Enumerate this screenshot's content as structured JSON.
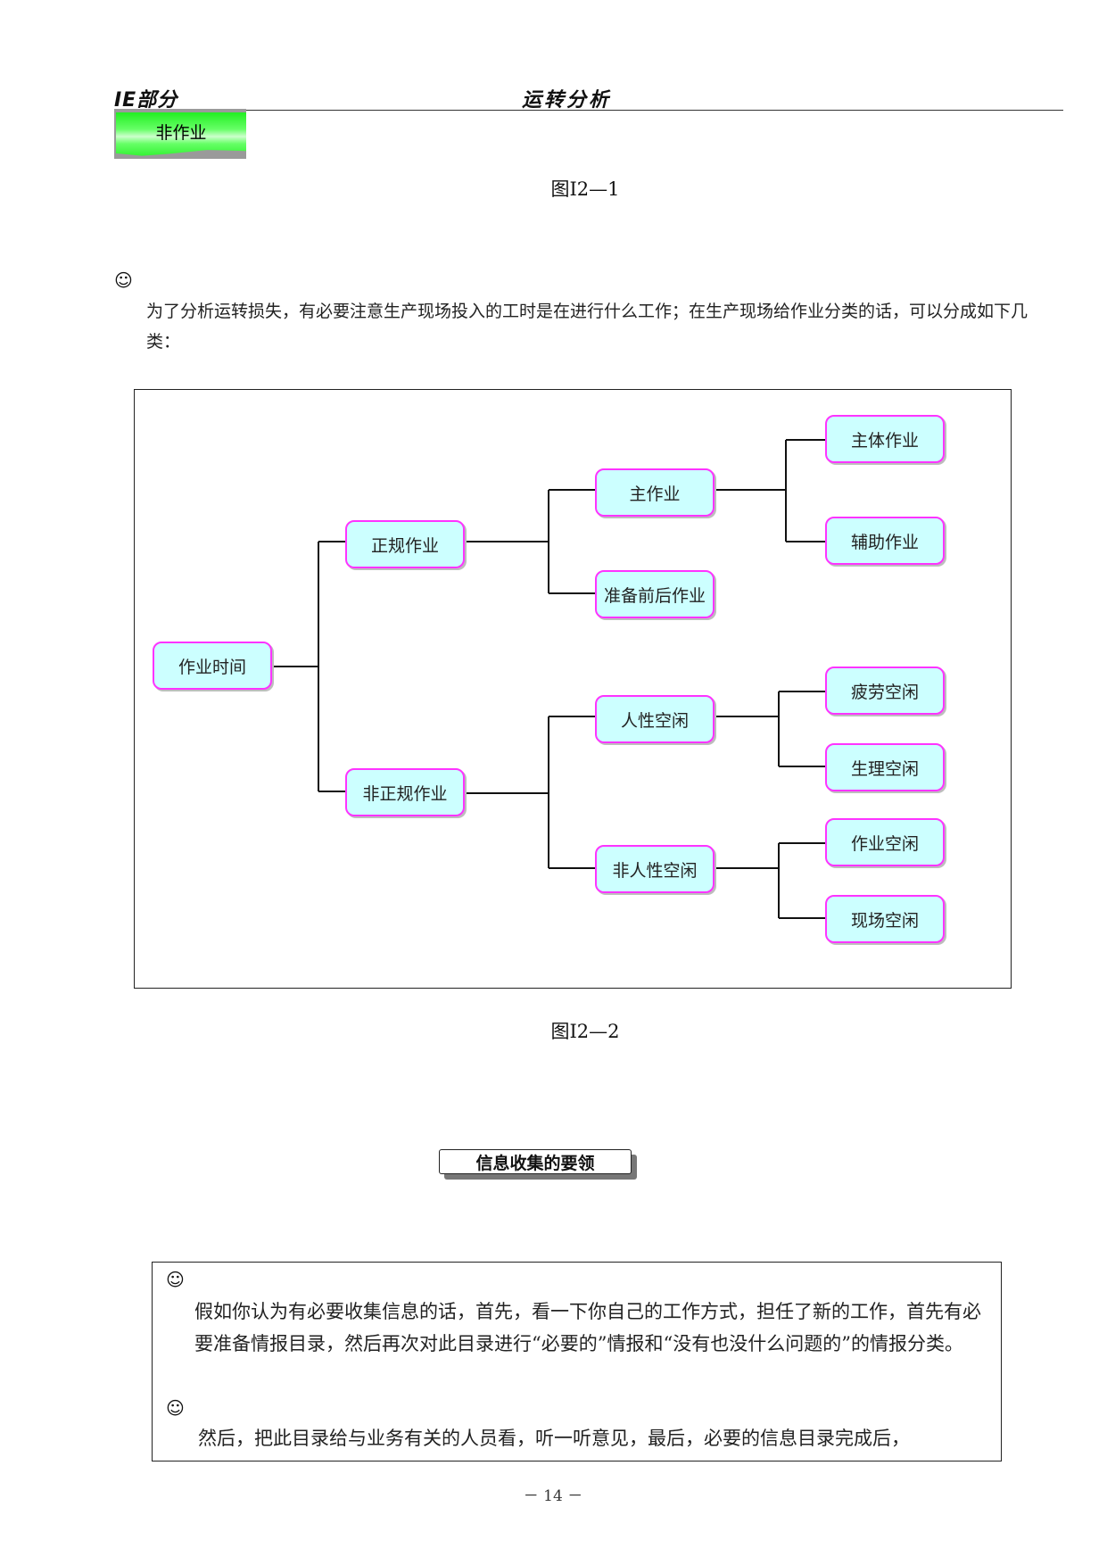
{
  "header": {
    "left_title": "IE部分",
    "center_title": "运转分析"
  },
  "tag_label": "非作业",
  "figure1_caption": "图I2—1",
  "smile_symbol": "☺",
  "intro_paragraph": "为了分析运转损失，有必要注意生产现场投入的工时是在进行什么工作；在生产现场给作业分类的话，可以分成如下几类：",
  "diagram": {
    "root": "作业时间",
    "regular": "正规作业",
    "irregular": "非正规作业",
    "main_work": "主作业",
    "prep_work": "准备前后作业",
    "main_body_work": "主体作业",
    "auxiliary_work": "辅助作业",
    "human_idle": "人性空闲",
    "non_human_idle": "非人性空闲",
    "fatigue_idle": "疲劳空闲",
    "physiological_idle": "生理空闲",
    "work_idle": "作业空闲",
    "site_idle": "现场空闲"
  },
  "figure2_caption": "图I2—2",
  "section_heading": "信息收集的要领",
  "bottom_paragraph1": "假如你认为有必要收集信息的话，首先，看一下你自己的工作方式，担任了新的工作，首先有必要准备情报目录，然后再次对此目录进行“必要的”情报和“没有也没什么问题的”的情报分类。",
  "bottom_paragraph2": "然后，把此目录给与业务有关的人员看，听一听意见，最后，必要的信息目录完成后，",
  "page_number": "－ 14 －"
}
